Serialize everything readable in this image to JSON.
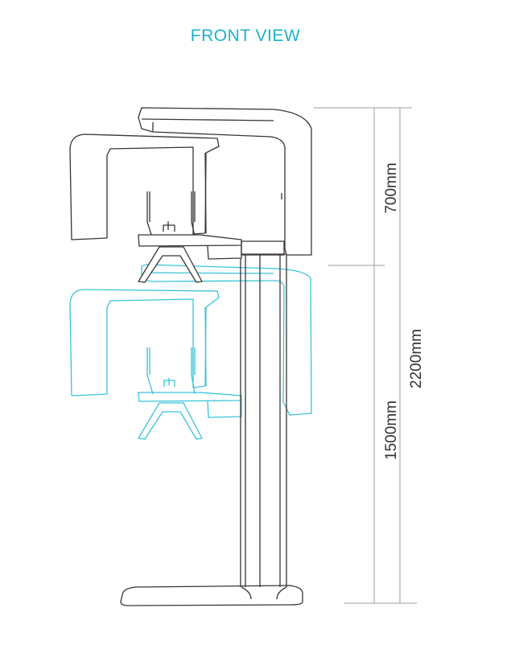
{
  "title": "FRONT VIEW",
  "dimensions": {
    "upper": "700mm",
    "lower": "1500mm",
    "total": "2200mm"
  },
  "colors": {
    "title": "#1bb3c8",
    "raised_outline": "#3a3433",
    "lowered_outline": "#39c3d6",
    "dimension_line": "#a49a9a"
  }
}
